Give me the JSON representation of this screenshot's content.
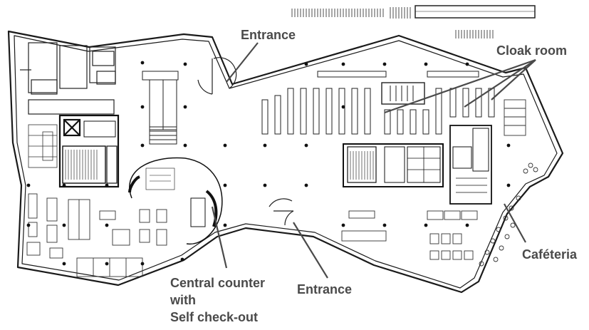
{
  "labels": {
    "entrance_top": "Entrance",
    "cloak_room": "Cloak room",
    "cafeteria": "Caféteria",
    "entrance_bottom": "Entrance",
    "central_counter_line1": "Central counter",
    "central_counter_line2": "with",
    "central_counter_line3": "Self check-out"
  },
  "colors": {
    "wall": "#1a1a1a",
    "label_text": "#4a4a4a",
    "leader_line": "#4a4a4a",
    "background": "#ffffff"
  }
}
